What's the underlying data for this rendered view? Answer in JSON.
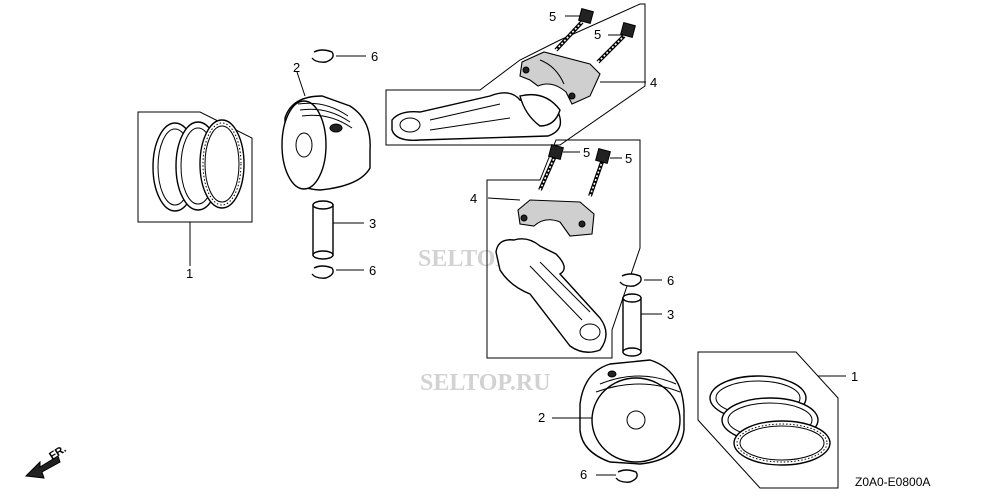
{
  "diagram": {
    "drawing_code": "Z0A0-E0800A",
    "direction_label": "FR.",
    "watermark": "SELTOP.RU",
    "callouts": {
      "rings_left": "1",
      "piston_left": "2",
      "pin_left": "3",
      "clip_left_top": "6",
      "clip_left_bottom": "6",
      "bolt_top_a": "5",
      "bolt_top_b": "5",
      "rod_top": "4",
      "bolt_mid_a": "5",
      "bolt_mid_b": "5",
      "rod_mid": "4",
      "clip_right_top": "6",
      "pin_right": "3",
      "piston_right": "2",
      "clip_right_bottom": "6",
      "rings_right": "1"
    }
  }
}
